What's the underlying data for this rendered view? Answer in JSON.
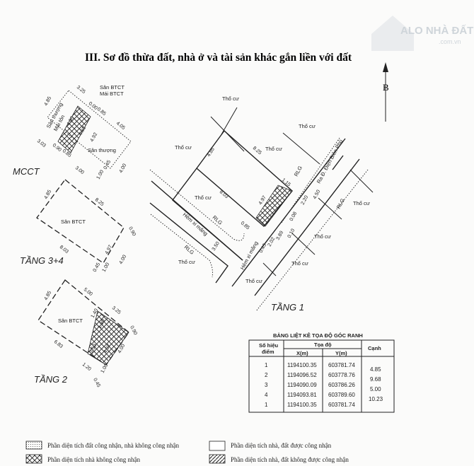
{
  "header": {
    "title": "III. Sơ đồ thừa đất, nhà ở và tài sản khác gắn liền với đất",
    "north_label": "B"
  },
  "watermark": {
    "line1": "ALO NHÀ ĐẤT",
    "line2": ".com.vn"
  },
  "floors": {
    "mcct": {
      "label": "MCCT",
      "san_btct": "Sân BTCT",
      "mai_btct": "Mái BTCT",
      "san_thuong_mai_ton": [
        "Sân thượng",
        "Mái tôn"
      ],
      "san_thuong": "Sân thượng",
      "dims": [
        "3.25",
        "4.85",
        "4.00",
        "4.92",
        "4.92",
        "4.05",
        "4.00",
        "3.03",
        "0.90",
        "0.85",
        "3.00",
        "0.45",
        "1.00",
        "0.00",
        "0.85"
      ]
    },
    "tang34": {
      "label": "TẦNG 3+4",
      "san": "Sân BTCT",
      "dims": [
        "4.85",
        "8.25",
        "0.90",
        "8.03",
        "4.97",
        "4.00",
        "1.00",
        "0.45"
      ]
    },
    "tang2": {
      "label": "TẦNG 2",
      "san": "Sân BTCT",
      "dims": [
        "4.85",
        "5.00",
        "3.25",
        "0.90",
        "1.40",
        "1.80",
        "3.50",
        "4.97",
        "4.00",
        "6.83",
        "1.20",
        "1.00",
        "0.45"
      ]
    },
    "tang1": {
      "label": "TẦNG 1",
      "neighbor": "Thổ cư",
      "road_main": "Ra Đ. Điện Biên Phủ",
      "alley": "Hẻm xi măng",
      "rlg": "RLG",
      "dims": [
        "4.85",
        "8.25",
        "8.03",
        "4.97",
        "0.85",
        "4.50",
        "2.20",
        "1.15",
        "3.50",
        "3.89",
        "0.43",
        "2.02",
        "0.10",
        "0.08"
      ]
    }
  },
  "coord_table": {
    "title": "BẢNG LIỆT KÊ TỌA ĐỘ GÓC RANH",
    "headers": {
      "point": [
        "Số hiệu",
        "điểm"
      ],
      "coord": "Tọa độ",
      "x": "X(m)",
      "y": "Y(m)",
      "edge": "Cạnh"
    },
    "rows": [
      {
        "point": "1",
        "x": "1194100.35",
        "y": "603781.74"
      },
      {
        "point": "2",
        "x": "1194096.52",
        "y": "603778.76"
      },
      {
        "point": "3",
        "x": "1194090.09",
        "y": "603786.26"
      },
      {
        "point": "4",
        "x": "1194093.81",
        "y": "603789.60"
      },
      {
        "point": "1",
        "x": "1194100.35",
        "y": "603781.74"
      }
    ],
    "edges": [
      "4.85",
      "9.68",
      "5.00",
      "10.23"
    ]
  },
  "legend": [
    {
      "pattern": "dotted",
      "label": "Phần diện tích đất công nhận, nhà không công nhận"
    },
    {
      "pattern": "crosshatch",
      "label": "Phần diện tích nhà không công nhận"
    },
    {
      "pattern": "empty",
      "label": "Phần diện tích nhà, đất được công nhận"
    },
    {
      "pattern": "hatched",
      "label": "Phần diện tích nhà, đất không được công nhận"
    }
  ]
}
